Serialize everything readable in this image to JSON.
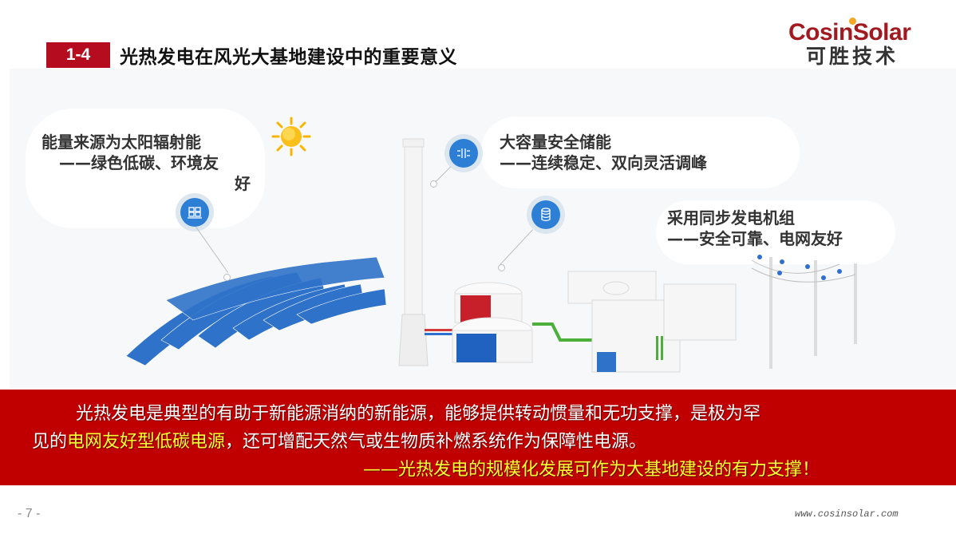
{
  "header": {
    "section_number": "1-4",
    "title": "光热发电在风光大基地建设中的重要意义"
  },
  "logo": {
    "english": "CosinSolar",
    "chinese": "可胜技术"
  },
  "callouts": [
    {
      "title": "能量来源为太阳辐射能",
      "subtitle": "——绿色低碳、环境友",
      "subtitle_wrap": "好",
      "icon": "solar-panel-icon"
    },
    {
      "title": "大容量安全储能",
      "subtitle": "——连续稳定、双向灵活调峰",
      "icon": "heat-exchanger-icon"
    },
    {
      "title": "采用同步发电机组",
      "subtitle": "——安全可靠、电网友好",
      "icon": "storage-tank-icon"
    }
  ],
  "banner": {
    "line1": "光热发电是典型的有助于新能源消纳的新能源，能够提供转动惯量和无功支撑，是极为罕",
    "line2_prefix": "见的",
    "line2_highlight": "电网友好型低碳电源",
    "line2_suffix": "，还可增配天然气或生物质补燃系统作为保障性电源。",
    "line3": "——光热发电的规模化发展可作为大基地建设的有力支撑！"
  },
  "footer": {
    "page_number": "- 7 -",
    "website": "www.cosinsolar.com"
  },
  "colors": {
    "accent_red": "#b50d1f",
    "banner_red": "#c00000",
    "highlight_yellow": "#ffff33",
    "icon_blue": "#2d7fd6"
  }
}
